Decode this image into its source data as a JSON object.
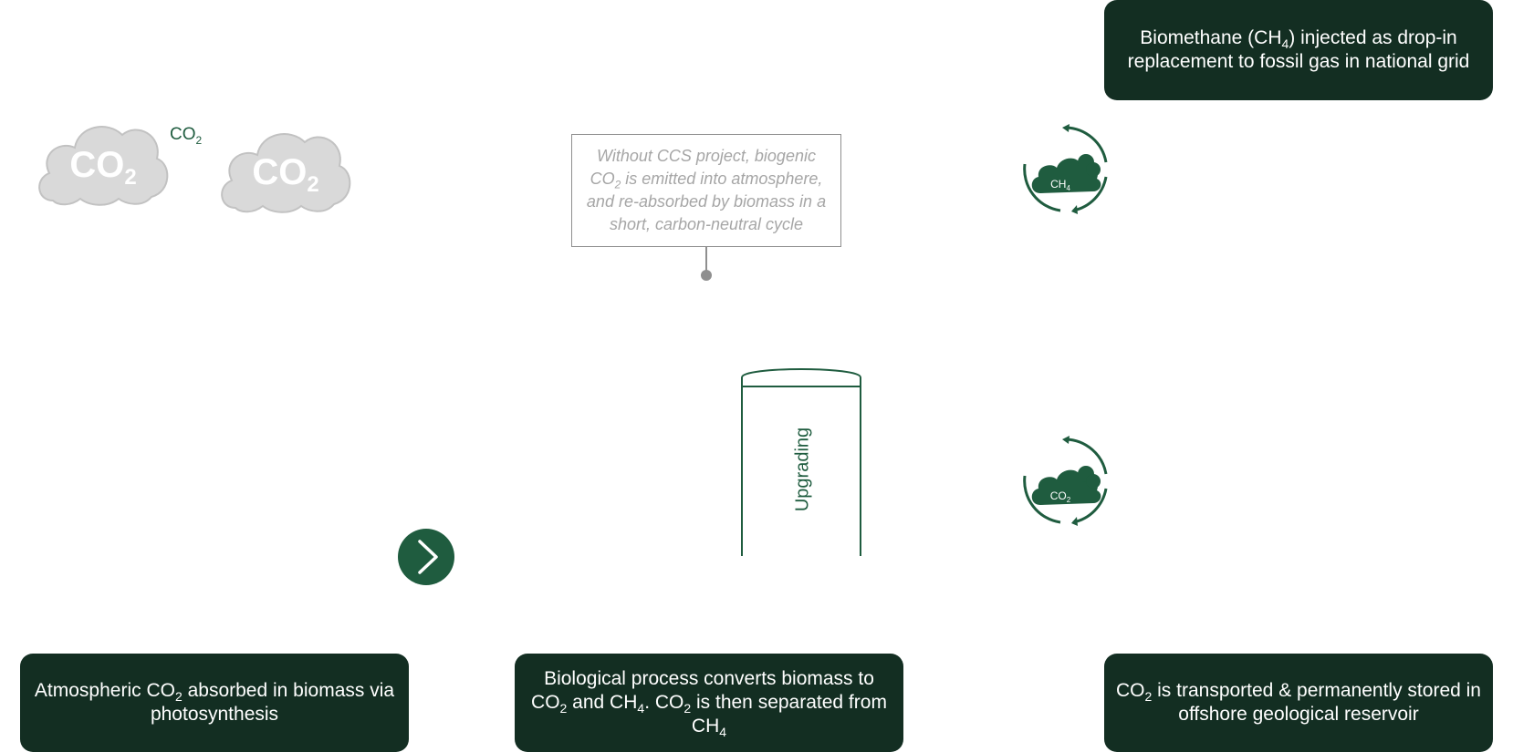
{
  "boxes": {
    "biomethane": {
      "pre": "Biomethane (CH",
      "sub": "4",
      "post": ") injected as drop-in replacement to fossil gas  in national grid"
    },
    "atmospheric": {
      "pre": "Atmospheric CO",
      "sub": "2",
      "post": " absorbed in biomass via photosynthesis"
    },
    "biological": {
      "p1": "Biological process converts biomass to CO",
      "s1": "2",
      "p2": " and CH",
      "s2": "4",
      "p3": ". CO",
      "s3": "2",
      "p4": " is then separated from CH",
      "s4": "4"
    },
    "co2_stored": {
      "pre": "CO",
      "sub": "2",
      "post": " is transported & permanently stored in offshore geological reservoir"
    }
  },
  "callout": {
    "p1": "Without CCS project, biogenic CO",
    "s1": "2",
    "p2": " is emitted into atmosphere, and re-absorbed by biomass in a short, carbon-neutral cycle"
  },
  "clouds": {
    "left": {
      "main": "CO",
      "sub": "2"
    },
    "right": {
      "main": "CO",
      "sub": "2"
    },
    "between": {
      "main": "CO",
      "sub": "2"
    }
  },
  "cycle_icons": {
    "ch4": {
      "main": "CH",
      "sub": "4"
    },
    "co2": {
      "main": "CO",
      "sub": "2"
    }
  },
  "upgrading_label": "Upgrading",
  "icons": {
    "next": "chevron-right-icon"
  },
  "colors": {
    "dark_box": "#132e22",
    "accent": "#1f5c3f",
    "cloud_grey": "#d9d9d9",
    "callout_text": "#a6a6a6"
  }
}
